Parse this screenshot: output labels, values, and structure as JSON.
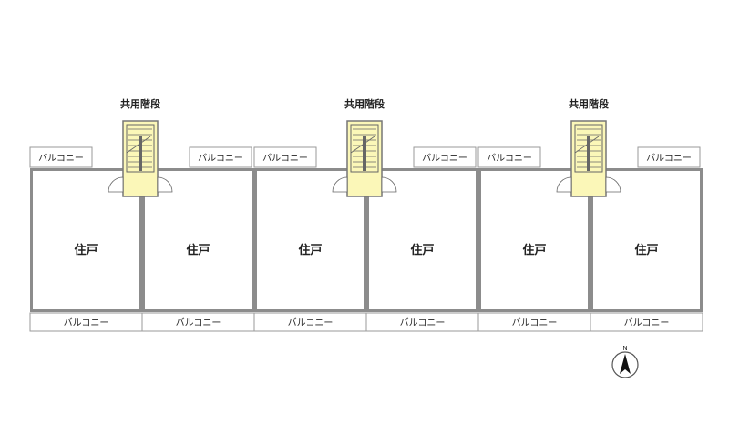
{
  "floor_plan": {
    "buildings": [
      {
        "stair": {
          "label": "共用階段"
        },
        "units": [
          {
            "label": "住戸",
            "front_balcony": "バルコニー",
            "rear_balcony": "バルコニー"
          },
          {
            "label": "住戸",
            "front_balcony": "バルコニー",
            "rear_balcony": "バルコニー"
          }
        ]
      },
      {
        "stair": {
          "label": "共用階段"
        },
        "units": [
          {
            "label": "住戸",
            "front_balcony": "バルコニー",
            "rear_balcony": "バルコニー"
          },
          {
            "label": "住戸",
            "front_balcony": "バルコニー",
            "rear_balcony": "バルコニー"
          }
        ]
      },
      {
        "stair": {
          "label": "共用階段"
        },
        "units": [
          {
            "label": "住戸",
            "front_balcony": "バルコニー",
            "rear_balcony": "バルコニー"
          },
          {
            "label": "住戸",
            "front_balcony": "バルコニー",
            "rear_balcony": "バルコニー"
          }
        ]
      }
    ],
    "compass": {
      "label": "N",
      "icon": "north-arrow-icon"
    },
    "colors": {
      "stair_fill": "#fbf7b8",
      "wall": "#8c8c8c",
      "line": "#555555",
      "background": "#ffffff"
    }
  }
}
